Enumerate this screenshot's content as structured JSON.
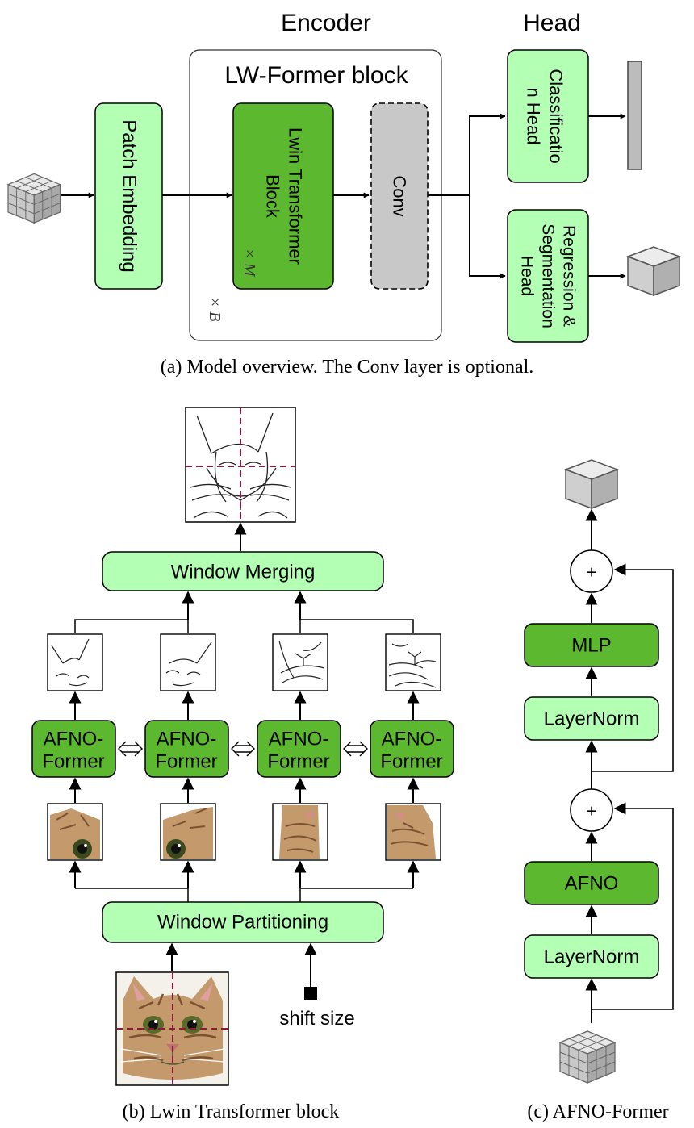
{
  "overview": {
    "encoder_label": "Encoder",
    "head_label": "Head",
    "lwformer_label": "LW-Former block",
    "patch_embedding": "Patch Embedding",
    "lwin_block_line1": "Lwin Transformer",
    "lwin_block_line2": "Block",
    "conv": "Conv",
    "repeat_m": "× M",
    "repeat_b": "× B",
    "classification_line1": "Classificatio",
    "classification_line2": "n Head",
    "regression_line1": "Regression &",
    "regression_line2": "Segmentation",
    "regression_line3": "Head",
    "caption": "(a) Model overview. The Conv layer is optional."
  },
  "lwin": {
    "window_merging": "Window Merging",
    "afno_former_line1": "AFNO-",
    "afno_former_line2": "Former",
    "window_partitioning": "Window Partitioning",
    "shift_size": "shift size",
    "caption": "(b) Lwin Transformer block"
  },
  "afno_former": {
    "plus": "+",
    "mlp": "MLP",
    "layernorm": "LayerNorm",
    "afno": "AFNO",
    "caption": "(c) AFNO-Former"
  },
  "colors": {
    "light_green": "#b3ffb3",
    "dark_green": "#5cb82e",
    "gray": "#c8c8c8",
    "dashed_red": "#8b1a3a"
  }
}
